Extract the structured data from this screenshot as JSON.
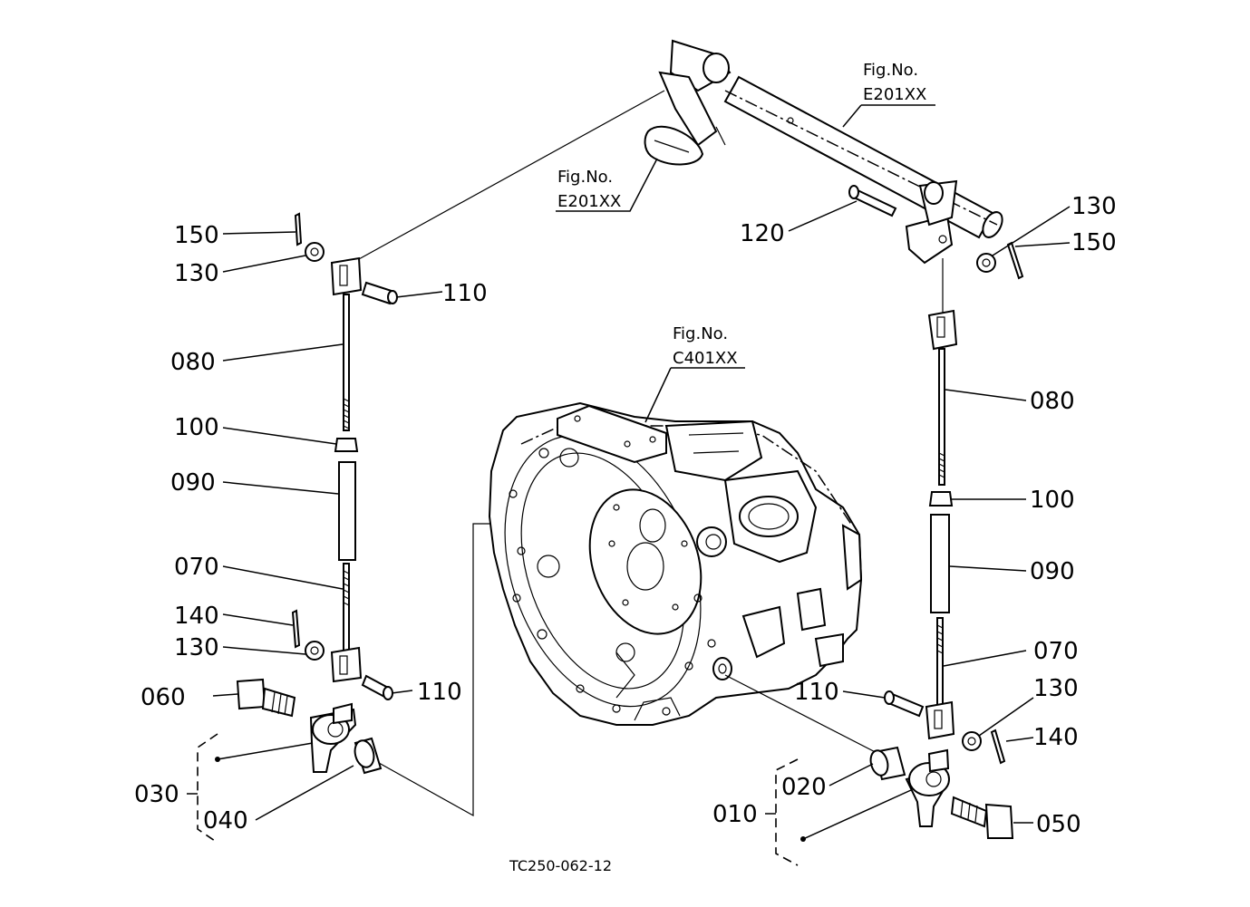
{
  "figure_code": "TC250-062-12",
  "references": {
    "e201_upper": {
      "line1": "Fig.No.",
      "line2": "E201XX"
    },
    "e201_left": {
      "line1": "Fig.No.",
      "line2": "E201XX"
    },
    "c401": {
      "line1": "Fig.No.",
      "line2": "C401XX"
    }
  },
  "left_labels": {
    "l150": "150",
    "l130a": "130",
    "l110a": "110",
    "l080": "080",
    "l100": "100",
    "l090": "090",
    "l070": "070",
    "l140": "140",
    "l130b": "130",
    "l110b": "110",
    "l060": "060",
    "l030": "030",
    "l040": "040"
  },
  "right_labels": {
    "l120": "120",
    "l130a": "130",
    "l150": "150",
    "l080": "080",
    "l100": "100",
    "l090": "090",
    "l070": "070",
    "l110": "110",
    "l130b": "130",
    "l140": "140",
    "l020": "020",
    "l010": "010",
    "l050": "050"
  }
}
